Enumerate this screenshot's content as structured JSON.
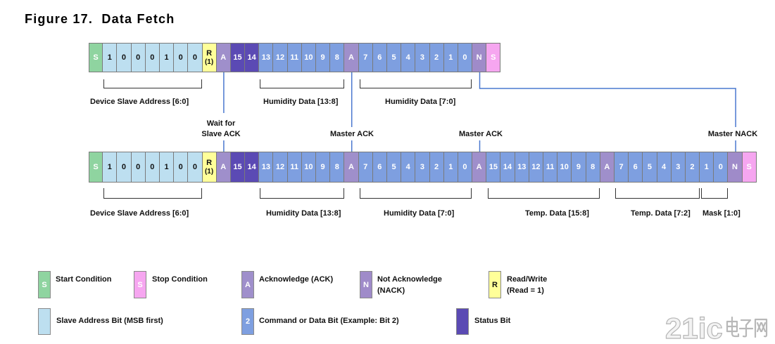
{
  "figure": {
    "title": "Figure 17.  Data Fetch"
  },
  "colors": {
    "start": "#8fd4a0",
    "address": "#bddff0",
    "rw": "#ffff99",
    "ack": "#9f8fcb",
    "status": "#5b4ab4",
    "data": "#7e9fe0",
    "nack": "#9f8bc9",
    "stop": "#f6a6f0",
    "connector": "#4a78cf"
  },
  "sequences": [
    {
      "cells": [
        {
          "kind": "start",
          "label": "S"
        },
        {
          "kind": "address",
          "label": "1"
        },
        {
          "kind": "address",
          "label": "0"
        },
        {
          "kind": "address",
          "label": "0"
        },
        {
          "kind": "address",
          "label": "0"
        },
        {
          "kind": "address",
          "label": "1"
        },
        {
          "kind": "address",
          "label": "0"
        },
        {
          "kind": "address",
          "label": "0"
        },
        {
          "kind": "rw",
          "label": "R",
          "sublabel": "(1)"
        },
        {
          "kind": "ack",
          "label": "A"
        },
        {
          "kind": "status",
          "label": "15"
        },
        {
          "kind": "status",
          "label": "14"
        },
        {
          "kind": "data",
          "label": "13"
        },
        {
          "kind": "data",
          "label": "12"
        },
        {
          "kind": "data",
          "label": "11"
        },
        {
          "kind": "data",
          "label": "10"
        },
        {
          "kind": "data",
          "label": "9"
        },
        {
          "kind": "data",
          "label": "8"
        },
        {
          "kind": "ack",
          "label": "A"
        },
        {
          "kind": "data",
          "label": "7"
        },
        {
          "kind": "data",
          "label": "6"
        },
        {
          "kind": "data",
          "label": "5"
        },
        {
          "kind": "data",
          "label": "4"
        },
        {
          "kind": "data",
          "label": "3"
        },
        {
          "kind": "data",
          "label": "2"
        },
        {
          "kind": "data",
          "label": "1"
        },
        {
          "kind": "data",
          "label": "0"
        },
        {
          "kind": "nack",
          "label": "N"
        },
        {
          "kind": "stop",
          "label": "S"
        }
      ],
      "brackets": [
        {
          "label": "Device Slave Address [6:0]"
        },
        {
          "label": "Humidity Data [13:8]"
        },
        {
          "label": "Humidity Data [7:0]"
        }
      ]
    },
    {
      "cells": [
        {
          "kind": "start",
          "label": "S"
        },
        {
          "kind": "address",
          "label": "1"
        },
        {
          "kind": "address",
          "label": "0"
        },
        {
          "kind": "address",
          "label": "0"
        },
        {
          "kind": "address",
          "label": "0"
        },
        {
          "kind": "address",
          "label": "1"
        },
        {
          "kind": "address",
          "label": "0"
        },
        {
          "kind": "address",
          "label": "0"
        },
        {
          "kind": "rw",
          "label": "R",
          "sublabel": "(1)"
        },
        {
          "kind": "ack",
          "label": "A"
        },
        {
          "kind": "status",
          "label": "15"
        },
        {
          "kind": "status",
          "label": "14"
        },
        {
          "kind": "data",
          "label": "13"
        },
        {
          "kind": "data",
          "label": "12"
        },
        {
          "kind": "data",
          "label": "11"
        },
        {
          "kind": "data",
          "label": "10"
        },
        {
          "kind": "data",
          "label": "9"
        },
        {
          "kind": "data",
          "label": "8"
        },
        {
          "kind": "ack",
          "label": "A"
        },
        {
          "kind": "data",
          "label": "7"
        },
        {
          "kind": "data",
          "label": "6"
        },
        {
          "kind": "data",
          "label": "5"
        },
        {
          "kind": "data",
          "label": "4"
        },
        {
          "kind": "data",
          "label": "3"
        },
        {
          "kind": "data",
          "label": "2"
        },
        {
          "kind": "data",
          "label": "1"
        },
        {
          "kind": "data",
          "label": "0"
        },
        {
          "kind": "ack",
          "label": "A"
        },
        {
          "kind": "data",
          "label": "15"
        },
        {
          "kind": "data",
          "label": "14"
        },
        {
          "kind": "data",
          "label": "13"
        },
        {
          "kind": "data",
          "label": "12"
        },
        {
          "kind": "data",
          "label": "11"
        },
        {
          "kind": "data",
          "label": "10"
        },
        {
          "kind": "data",
          "label": "9"
        },
        {
          "kind": "data",
          "label": "8"
        },
        {
          "kind": "ack",
          "label": "A"
        },
        {
          "kind": "data",
          "label": "7"
        },
        {
          "kind": "data",
          "label": "6"
        },
        {
          "kind": "data",
          "label": "5"
        },
        {
          "kind": "data",
          "label": "4"
        },
        {
          "kind": "data",
          "label": "3"
        },
        {
          "kind": "data",
          "label": "2"
        },
        {
          "kind": "data",
          "label": "1"
        },
        {
          "kind": "data",
          "label": "0"
        },
        {
          "kind": "nack",
          "label": "N"
        },
        {
          "kind": "stop",
          "label": "S"
        }
      ],
      "brackets": [
        {
          "label": "Device Slave Address [6:0]"
        },
        {
          "label": "Humidity Data [13:8]"
        },
        {
          "label": "Humidity Data [7:0]"
        },
        {
          "label": "Temp. Data [15:8]"
        },
        {
          "label": "Temp. Data [7:2]"
        },
        {
          "label": "Mask [1:0]"
        }
      ]
    }
  ],
  "annotations": {
    "wait_for_slave_ack": [
      "Wait for",
      "Slave ACK"
    ],
    "master_ack_first": "Master ACK",
    "master_ack_second": "Master ACK",
    "master_nack": "Master NACK"
  },
  "legend": [
    {
      "kind": "start",
      "symbol": "S",
      "lines": [
        "Start Condition"
      ]
    },
    {
      "kind": "stop",
      "symbol": "S",
      "lines": [
        "Stop Condition"
      ]
    },
    {
      "kind": "ack",
      "symbol": "A",
      "lines": [
        "Acknowledge (ACK)"
      ]
    },
    {
      "kind": "nack",
      "symbol": "N",
      "lines": [
        "Not Acknowledge",
        "(NACK)"
      ]
    },
    {
      "kind": "rw",
      "symbol": "R",
      "lines": [
        "Read/Write",
        "(Read = 1)"
      ]
    },
    {
      "kind": "address",
      "lines": [
        "Slave Address Bit (MSB first)"
      ]
    },
    {
      "kind": "data",
      "symbol": "2",
      "lines": [
        "Command or Data Bit (Example: Bit 2)"
      ]
    },
    {
      "kind": "status",
      "lines": [
        "Status Bit"
      ]
    }
  ],
  "watermark": "21ic电子网"
}
